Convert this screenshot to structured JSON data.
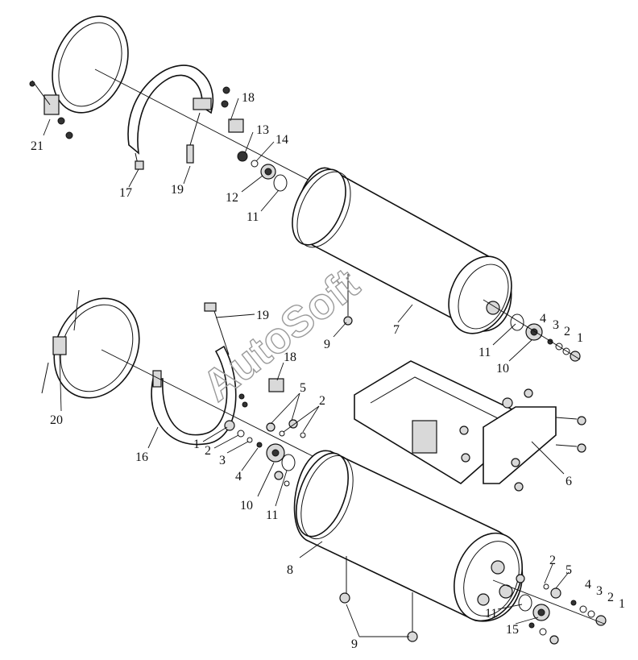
{
  "watermark": "AutoSoft",
  "callouts": {
    "c21": "21",
    "c17": "17",
    "c19a": "19",
    "c18a": "18",
    "c13": "13",
    "c14": "14",
    "c12": "12",
    "c11a": "11",
    "c7": "7",
    "c9a": "9",
    "c11b": "11",
    "c10a": "10",
    "c4a": "4",
    "c3a": "3",
    "c2a": "2",
    "c1a": "1",
    "c19b": "19",
    "c18b": "18",
    "c20": "20",
    "c16": "16",
    "c1b": "1",
    "c2b": "2",
    "c3b": "3",
    "c4b": "4",
    "c10b": "10",
    "c11c": "11",
    "c5a": "5",
    "c2c": "2",
    "c6": "6",
    "c8": "8",
    "c9b": "9",
    "c11d": "11",
    "c15": "15",
    "c2d": "2",
    "c5b": "5",
    "c4c": "4",
    "c3c": "3",
    "c2e": "2",
    "c1c": "1"
  }
}
